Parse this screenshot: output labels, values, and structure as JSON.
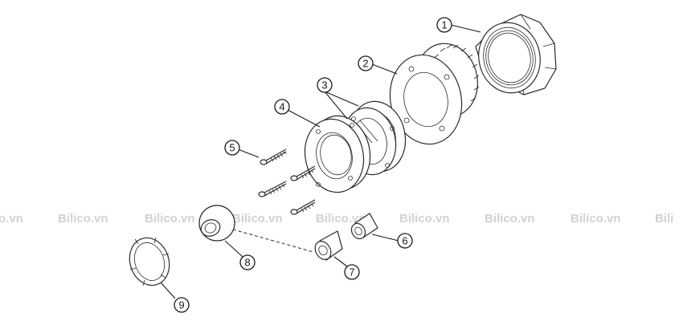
{
  "watermark": {
    "text": "Bilico.vn",
    "partial_right": "Bili",
    "partial_left": "o.vn",
    "color": "#d2d2d2"
  },
  "callouts": [
    "1",
    "2",
    "3",
    "4",
    "5",
    "6",
    "7",
    "8",
    "9"
  ],
  "colors": {
    "line": "#2a2a2a",
    "background": "#ffffff"
  }
}
